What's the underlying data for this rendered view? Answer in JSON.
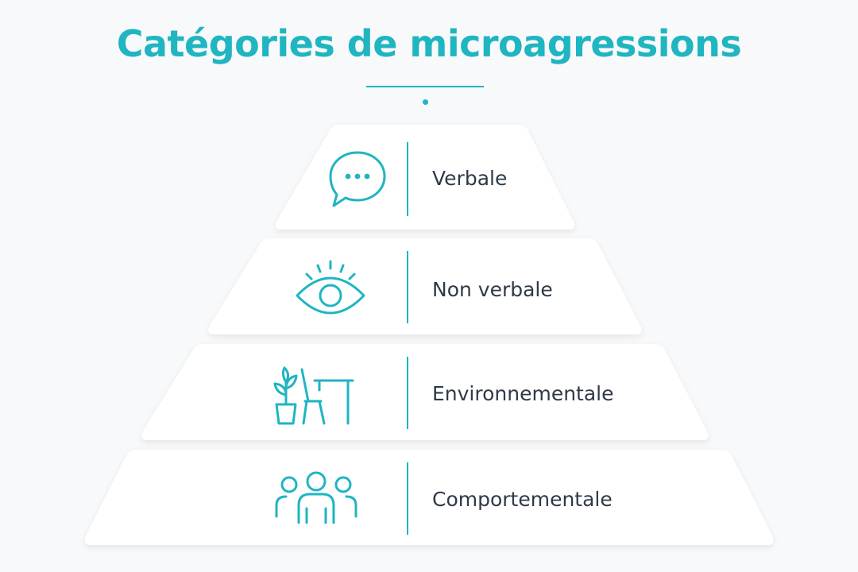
{
  "title": "Catégories de microagressions",
  "accent_color": "#1fb5c1",
  "text_color": "#2f3a47",
  "tiers": [
    {
      "label": "Verbale",
      "icon": "speech-bubble-icon"
    },
    {
      "label": "Non verbale",
      "icon": "eye-icon"
    },
    {
      "label": "Environnementale",
      "icon": "plant-chair-desk-icon"
    },
    {
      "label": "Comportementale",
      "icon": "group-people-icon"
    }
  ]
}
